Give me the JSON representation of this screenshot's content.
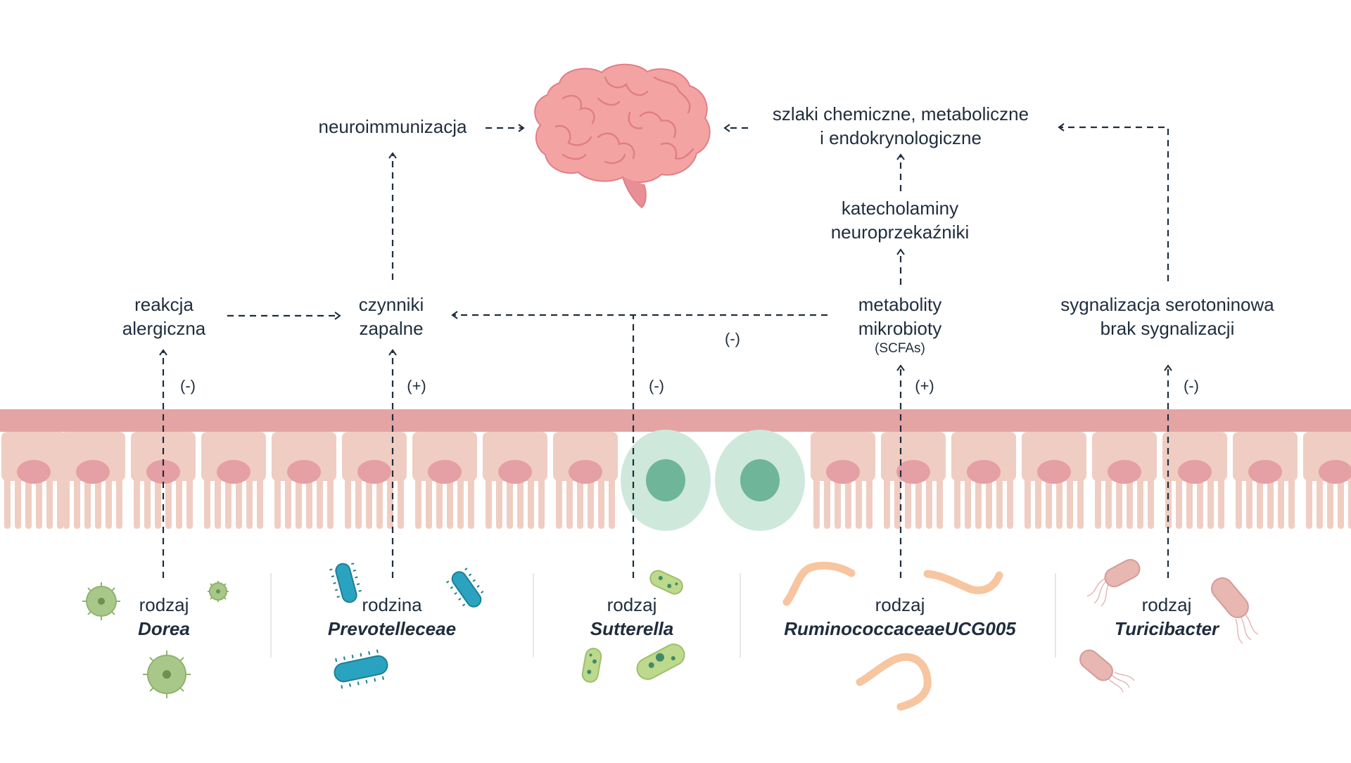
{
  "nodes": {
    "neuroimmunization": "neuroimmunizacja",
    "pathways": [
      "szlaki chemiczne, metaboliczne",
      "i endokrynologiczne"
    ],
    "catecholamines": [
      "katecholaminy",
      "neuroprzekaźniki"
    ],
    "allergic": [
      "reakcja",
      "alergiczna"
    ],
    "inflammatory": [
      "czynniki",
      "zapalne"
    ],
    "metabolites": [
      "metabolity",
      "mikrobioty"
    ],
    "metabolites_note": "(SCFAs)",
    "serotonin": [
      "sygnalizacja serotoninowa",
      "brak sygnalizacji"
    ]
  },
  "signs": {
    "dorea": "(-)",
    "prevotelleceae": "(+)",
    "sutterella": "(-)",
    "sutterella_to_inflammatory": "(-)",
    "ruminococcaceae": "(+)",
    "turicibacter": "(-)"
  },
  "taxa": [
    {
      "rank": "rodzaj",
      "name": "Dorea"
    },
    {
      "rank": "rodzina",
      "name": "Prevotelleceae"
    },
    {
      "rank": "rodzaj",
      "name": "Sutterella"
    },
    {
      "rank": "rodzaj",
      "name": "RuminococcaceaeUCG005"
    },
    {
      "rank": "rodzaj",
      "name": "Turicibacter"
    }
  ],
  "colors": {
    "line": "#1f2d3d",
    "brain": "#f4a3a3",
    "brain_stroke": "#e07f86",
    "epithelium_top": "#e4a4a4",
    "cell": "#f0cdc2",
    "nucleus": "#e4a0a4",
    "enteroendocrine_cell": "#cfe8dc",
    "enteroendocrine_nucleus": "#6fb59a",
    "dorea": "#a8c88a",
    "prevotelleceae": "#2aa3c0",
    "sutterella": "#bcd98c",
    "ruminococcaceae": "#f7c59f",
    "turicibacter": "#e8b7b2"
  }
}
